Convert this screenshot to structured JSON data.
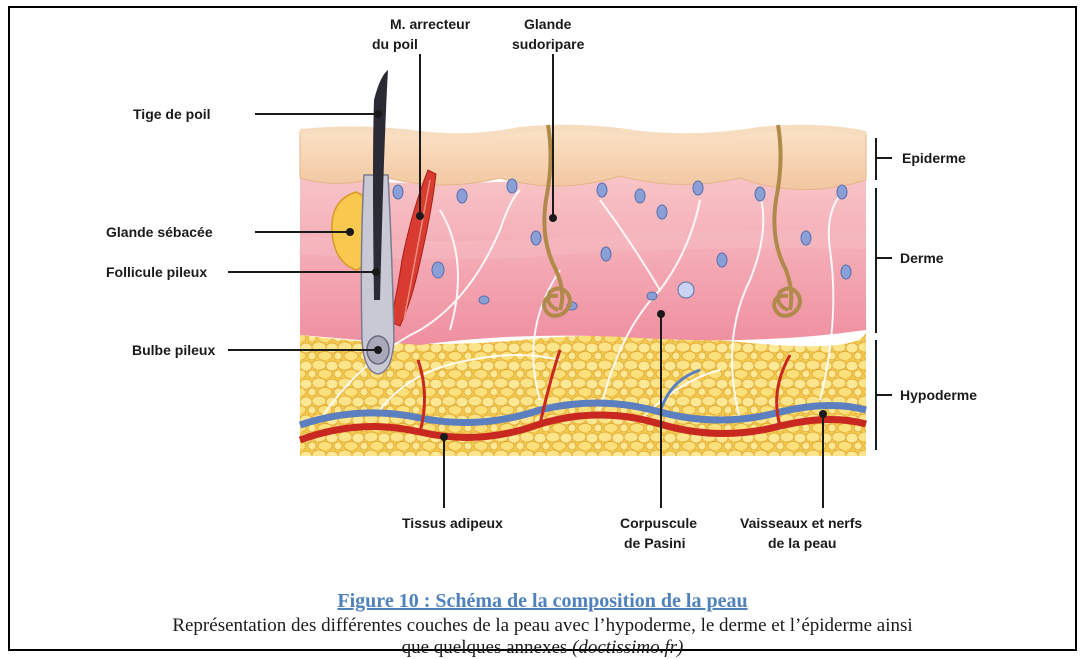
{
  "labels": {
    "tige_de_poil": "Tige de poil",
    "glande_sebacee": "Glande sébacée",
    "follicule_pileux": "Follicule pileux",
    "bulbe_pileux": "Bulbe pileux",
    "m_arrecteur_line1": "M. arrecteur",
    "m_arrecteur_line2": "du poil",
    "glande_sudoripare_line1": "Glande",
    "glande_sudoripare_line2": "sudoripare",
    "epiderme": "Epiderme",
    "derme": "Derme",
    "hypoderme": "Hypoderme",
    "tissus_adipeux": "Tissus adipeux",
    "corpuscule_line1": "Corpuscule",
    "corpuscule_line2": "de Pasini",
    "vaisseaux_line1": "Vaisseaux et nerfs",
    "vaisseaux_line2": "de la peau"
  },
  "caption": {
    "title": "Figure 10 : Schéma de la composition de la peau",
    "description_line1": "Représentation des différentes couches de la peau avec l’hypoderme, le derme et l’épiderme ainsi",
    "description_line2_plain": "que quelques annexes ",
    "description_source": "(doctissimo.fr)"
  },
  "colors": {
    "epidermis": "#f3cfa6",
    "dermis": "#f3a9b6",
    "hypodermis": "#f6d76a",
    "fat_cell": "#f9e07f",
    "artery": "#c8281f",
    "vein": "#5b7fbf",
    "nerve": "#ffffff",
    "caption_title": "#4f81bd"
  }
}
